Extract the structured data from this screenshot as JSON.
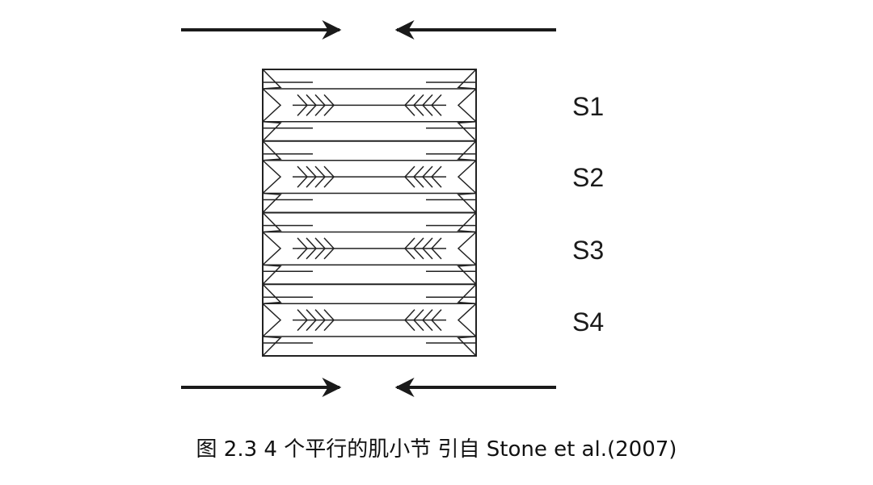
{
  "segments": [
    {
      "label": "S1"
    },
    {
      "label": "S2"
    },
    {
      "label": "S3"
    },
    {
      "label": "S4"
    }
  ],
  "caption": "图 2.3 4 个平行的肌小节 引自 Stone et al.(2007)",
  "colors": {
    "line": "#222222",
    "arrow": "#1a1a1a",
    "text": "#111111"
  },
  "icons": {
    "top_left": "arrow-right-icon",
    "top_right": "arrow-left-icon",
    "bottom_left": "arrow-right-icon",
    "bottom_right": "arrow-left-icon"
  }
}
